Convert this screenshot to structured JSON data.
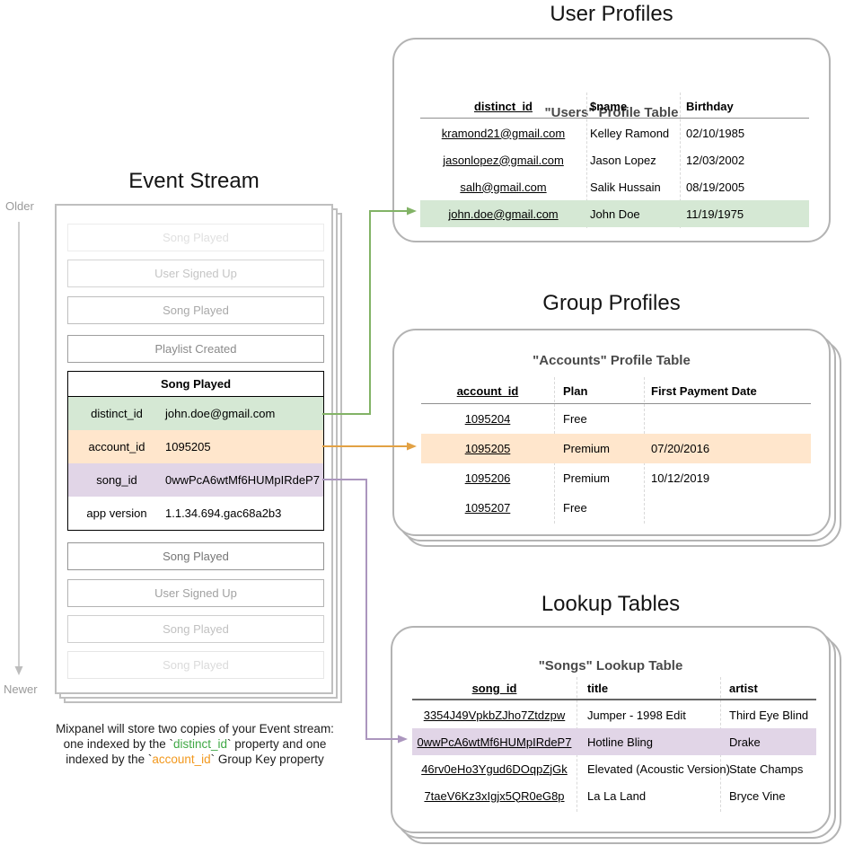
{
  "event_stream": {
    "title": "Event Stream",
    "older_label": "Older",
    "newer_label": "Newer",
    "events_before": [
      "Song Played",
      "User Signed Up",
      "Song Played",
      "Playlist Created"
    ],
    "focused_event": {
      "name": "Song Played",
      "properties": [
        {
          "key": "distinct_id",
          "value": "john.doe@gmail.com",
          "highlight": "green"
        },
        {
          "key": "account_id",
          "value": "1095205",
          "highlight": "orange"
        },
        {
          "key": "song_id",
          "value": "0wwPcA6wtMf6HUMpIRdeP7",
          "highlight": "purple"
        },
        {
          "key": "app version",
          "value": "1.1.34.694.gac68a2b3",
          "highlight": "none"
        }
      ]
    },
    "events_after": [
      "Song Played",
      "User Signed Up",
      "Song Played",
      "Song Played"
    ]
  },
  "caption": {
    "line1": "Mixpanel will store two copies of your Event stream:",
    "line2_pre": "one indexed by the `",
    "line2_code": "distinct_id",
    "line2_suf": "` property and one",
    "line3_pre": "indexed by the `",
    "line3_code": "account_id",
    "line3_suf": "` Group Key property"
  },
  "user_profiles": {
    "section_title": "User Profiles",
    "table_title": "\"Users\" Profile Table",
    "columns": [
      "distinct_id",
      "$name",
      "Birthday"
    ],
    "rows": [
      [
        "kramond21@gmail.com",
        "Kelley Ramond",
        "02/10/1985"
      ],
      [
        "jasonlopez@gmail.com",
        "Jason Lopez",
        "12/03/2002"
      ],
      [
        "salh@gmail.com",
        "Salik Hussain",
        "08/19/2005"
      ],
      [
        "john.doe@gmail.com",
        "John Doe",
        "11/19/1975"
      ]
    ],
    "highlighted_row": 3
  },
  "group_profiles": {
    "section_title": "Group Profiles",
    "table_title": "\"Accounts\" Profile Table",
    "columns": [
      "account_id",
      "Plan",
      "First Payment Date"
    ],
    "rows": [
      [
        "1095204",
        "Free",
        ""
      ],
      [
        "1095205",
        "Premium",
        "07/20/2016"
      ],
      [
        "1095206",
        "Premium",
        "10/12/2019"
      ],
      [
        "1095207",
        "Free",
        ""
      ]
    ],
    "highlighted_row": 1
  },
  "lookup_tables": {
    "section_title": "Lookup Tables",
    "table_title": "\"Songs\" Lookup Table",
    "columns": [
      "song_id",
      "title",
      "artist"
    ],
    "rows": [
      [
        "3354J49VpkbZJho7Ztdzpw",
        "Jumper - 1998 Edit",
        "Third Eye Blind"
      ],
      [
        "0wwPcA6wtMf6HUMpIRdeP7",
        "Hotline Bling",
        "Drake"
      ],
      [
        "46rv0eHo3Ygud6DOqpZjGk",
        "Elevated (Acoustic Version)",
        "State Champs"
      ],
      [
        "7taeV6Kz3xIgjx5QR0eG8p",
        "La La Land",
        "Bryce Vine"
      ]
    ],
    "highlighted_row": 1
  },
  "colors": {
    "green_highlight": "#d5e8d4",
    "orange_highlight": "#ffe6cc",
    "purple_highlight": "#e1d5e7",
    "green_arrow": "#82b366",
    "orange_arrow": "#e2a144",
    "purple_arrow": "#ab96be",
    "caption_green": "#3fa845",
    "caption_orange": "#f2981d"
  }
}
